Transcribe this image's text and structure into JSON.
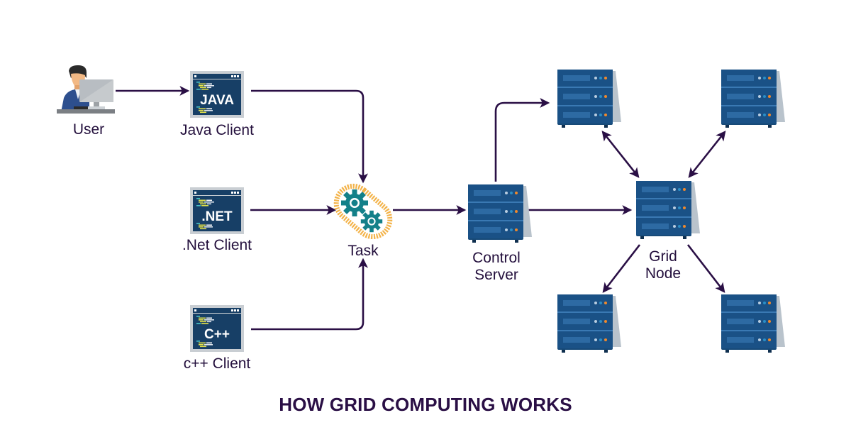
{
  "diagram": {
    "title": "HOW GRID COMPUTING WORKS",
    "colors": {
      "arrow": "#2a0f45",
      "text": "#24103d",
      "server_body": "#174a78",
      "server_panel": "#1d5a8f",
      "server_shadow": "#b9c3cc",
      "code_window_bg": "#173f66",
      "code_window_frame": "#c9ced3",
      "gear": "#138089",
      "gear_ring": "#f3b34a",
      "led_orange": "#f0892b",
      "led_blue": "#2a8ec7",
      "led_light": "#b9cde0"
    },
    "nodes": {
      "user": {
        "label": "User",
        "icon": "user-at-computer-icon"
      },
      "java_client": {
        "label": "Java Client",
        "badge": "JAVA",
        "icon": "code-window-icon"
      },
      "net_client": {
        "label": ".Net Client",
        "badge": ".NET",
        "icon": "code-window-icon"
      },
      "cpp_client": {
        "label": "c++ Client",
        "badge": "C++",
        "icon": "code-window-icon"
      },
      "task": {
        "label": "Task",
        "icon": "gears-icon"
      },
      "control_server": {
        "label_line1": "Control",
        "label_line2": "Server",
        "icon": "server-rack-icon"
      },
      "grid_node": {
        "label_line1": "Grid",
        "label_line2": "Node",
        "icon": "server-rack-icon"
      },
      "worker_top_left": {
        "icon": "server-rack-icon"
      },
      "worker_top_right": {
        "icon": "server-rack-icon"
      },
      "worker_bottom_left": {
        "icon": "server-rack-icon"
      },
      "worker_bottom_right": {
        "icon": "server-rack-icon"
      }
    },
    "edges": [
      {
        "from": "user",
        "to": "java_client",
        "direction": "forward"
      },
      {
        "from": "java_client",
        "to": "task",
        "direction": "forward"
      },
      {
        "from": "net_client",
        "to": "task",
        "direction": "forward"
      },
      {
        "from": "cpp_client",
        "to": "task",
        "direction": "forward"
      },
      {
        "from": "task",
        "to": "control_server",
        "direction": "forward"
      },
      {
        "from": "control_server",
        "to": "worker_top_left",
        "direction": "forward"
      },
      {
        "from": "control_server",
        "to": "grid_node",
        "direction": "forward"
      },
      {
        "from": "worker_top_left",
        "to": "grid_node",
        "direction": "both"
      },
      {
        "from": "worker_top_right",
        "to": "grid_node",
        "direction": "both"
      },
      {
        "from": "grid_node",
        "to": "worker_bottom_left",
        "direction": "forward"
      },
      {
        "from": "grid_node",
        "to": "worker_bottom_right",
        "direction": "forward"
      }
    ]
  }
}
